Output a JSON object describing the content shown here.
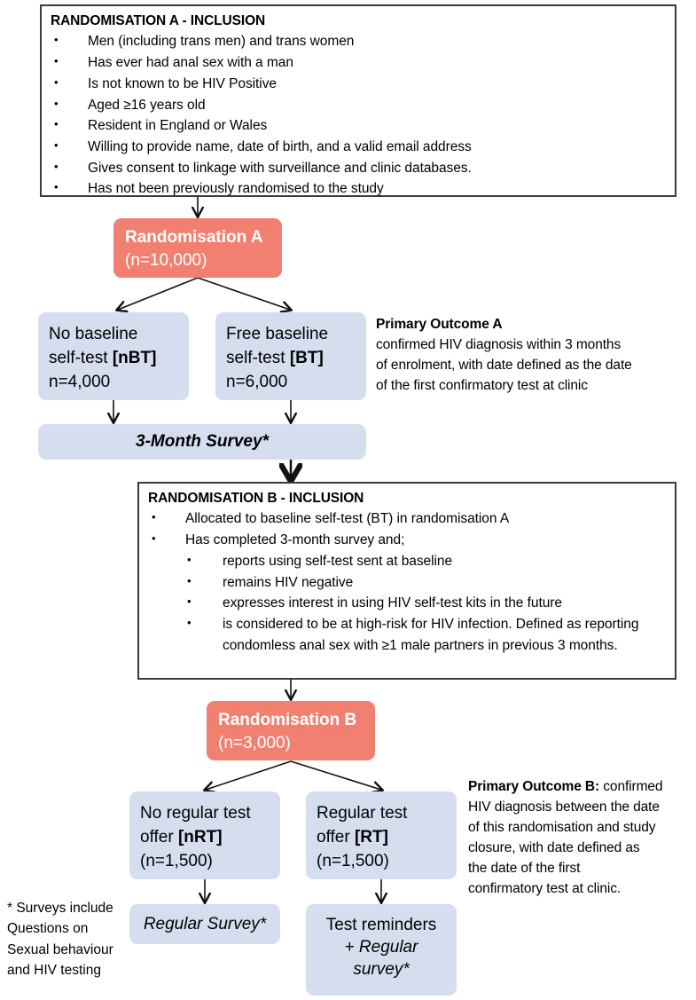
{
  "colors": {
    "randomisation_node": "#F28070",
    "arm_node": "#D5DEEF",
    "box_border": "#3b3b3b",
    "text": "#000000"
  },
  "inclusion_a": {
    "title": "RANDOMISATION A - INCLUSION",
    "bullets": [
      "Men (including trans men) and trans women",
      "Has ever had anal sex with a man",
      "Is not known to be HIV Positive",
      "Aged ≥16 years old",
      "Resident in England or Wales",
      "Willing to provide name, date of birth, and a valid email address",
      "Gives consent to linkage with surveillance and clinic databases.",
      "Has not been previously randomised to the study"
    ]
  },
  "randomisation_a": {
    "title": "Randomisation A",
    "n": "(n=10,000)"
  },
  "arm_nbt": {
    "line1": "No baseline",
    "line2_plain": "self-test ",
    "line2_bold": "[nBT]",
    "line3": "n=4,000"
  },
  "arm_bt": {
    "line1": "Free baseline",
    "line2_plain": "self-test ",
    "line2_bold": "[BT]",
    "line3": "n=6,000"
  },
  "survey_3month": {
    "label": "3-Month Survey*"
  },
  "outcome_a": {
    "heading": "Primary Outcome A",
    "lines": [
      "confirmed HIV diagnosis within 3 months",
      "of enrolment, with date defined as the date",
      "of the first confirmatory test at clinic"
    ]
  },
  "inclusion_b": {
    "title": "RANDOMISATION B - INCLUSION",
    "bullets": [
      "Allocated to baseline self-test (BT) in randomisation A",
      "Has completed 3-month survey and;"
    ],
    "sub_bullets": [
      "reports using self-test sent at baseline",
      "remains HIV negative",
      "expresses interest in using HIV self-test kits in the future",
      "is considered to be at high-risk for HIV infection. Defined as reporting condomless anal sex with ≥1 male partners in previous 3 months."
    ]
  },
  "randomisation_b": {
    "title": "Randomisation B",
    "n": "(n=3,000)"
  },
  "arm_nrt": {
    "line1": "No regular test",
    "line2_plain": "offer ",
    "line2_bold": "[nRT]",
    "line3": "(n=1,500)"
  },
  "arm_rt": {
    "line1": "Regular test",
    "line2_plain": "offer ",
    "line2_bold": "[RT]",
    "line3": "(n=1,500)"
  },
  "survey_regular": {
    "label": "Regular Survey*"
  },
  "test_reminders": {
    "line1": "Test reminders",
    "line2": "+ Regular",
    "line3": "survey*"
  },
  "outcome_b": {
    "heading": "Primary Outcome B:",
    "lines": [
      " confirmed",
      "HIV diagnosis between the date",
      "of this randomisation and study",
      "closure, with date defined as",
      "the date of the first",
      "confirmatory test at clinic."
    ]
  },
  "footnote": {
    "lines": [
      "* Surveys include",
      "Questions on",
      "Sexual behaviour",
      "and HIV testing"
    ]
  }
}
